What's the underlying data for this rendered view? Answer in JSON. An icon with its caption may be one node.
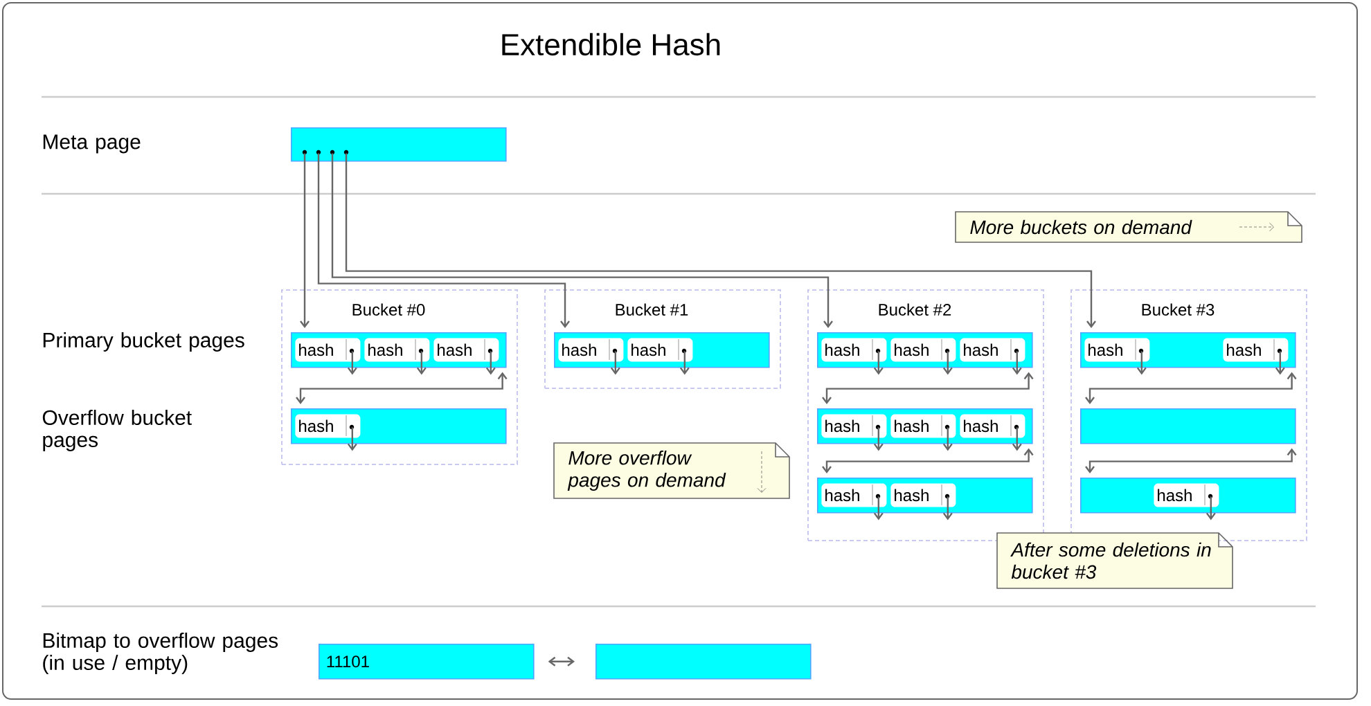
{
  "diagram": {
    "title": "Extendible Hash",
    "nodes": [
      {
        "text": [],
        "shape": "bar"
      },
      {
        "text": [
          "More buckets on demand"
        ]
      },
      {
        "text": [
          "Bucket #0"
        ]
      },
      {
        "text": [],
        "shape": "bar",
        "in": 2
      },
      {
        "text": [
          "hash"
        ],
        "in": 3
      },
      {
        "text": [
          "hash"
        ],
        "in": 3
      },
      {
        "text": [
          "hash"
        ],
        "in": 3
      },
      {
        "text": [],
        "shape": "bar",
        "in": 2
      },
      {
        "text": [
          "hash"
        ],
        "in": 7
      },
      {
        "text": [
          "Bucket #1"
        ]
      },
      {
        "text": [],
        "shape": "bar",
        "in": 9
      },
      {
        "text": [
          "hash"
        ],
        "in": 10
      },
      {
        "text": [
          "hash"
        ],
        "in": 10
      },
      {
        "text": [
          "Bucket #2"
        ]
      },
      {
        "text": [],
        "shape": "bar",
        "in": 13
      },
      {
        "text": [
          "hash"
        ],
        "in": 14
      },
      {
        "text": [
          "hash"
        ],
        "in": 14
      },
      {
        "text": [
          "hash"
        ],
        "in": 14
      },
      {
        "text": [],
        "shape": "bar",
        "in": 13
      },
      {
        "text": [
          "hash"
        ],
        "in": 18
      },
      {
        "text": [
          "hash"
        ],
        "in": 18
      },
      {
        "text": [
          "hash"
        ],
        "in": 18
      },
      {
        "text": [],
        "shape": "bar",
        "in": 13
      },
      {
        "text": [
          "hash"
        ],
        "in": 22
      },
      {
        "text": [
          "hash"
        ],
        "in": 22
      },
      {
        "text": [
          "Bucket #3"
        ]
      },
      {
        "text": [],
        "shape": "bar",
        "in": 25
      },
      {
        "text": [
          "hash"
        ],
        "in": 26
      },
      {
        "text": [
          "hash"
        ],
        "in": 26
      },
      {
        "text": [],
        "shape": "bar",
        "in": 25
      },
      {
        "text": [],
        "shape": "bar",
        "in": 25
      },
      {
        "text": [
          "hash"
        ],
        "in": 30
      },
      {
        "text": [
          "More overflow pages on demand"
        ]
      },
      {
        "text": [
          "After some deletions in bucket #3"
        ]
      },
      {
        "text": [
          "11101"
        ]
      },
      {
        "text": [],
        "shape": "bar"
      }
    ],
    "edges": [
      {
        "from": 0,
        "to": 3,
        "arrow": "to"
      },
      {
        "from": 0,
        "to": 10,
        "arrow": "to"
      },
      {
        "from": 0,
        "to": 14,
        "arrow": "to"
      },
      {
        "from": 0,
        "to": 26,
        "arrow": "to"
      },
      {
        "from": 3,
        "to": 7,
        "arrow": "both"
      },
      {
        "from": 14,
        "to": 18,
        "arrow": "both"
      },
      {
        "from": 18,
        "to": 22,
        "arrow": "both"
      },
      {
        "from": 26,
        "to": 29,
        "arrow": "both"
      },
      {
        "from": 29,
        "to": 30,
        "arrow": "both"
      },
      {
        "from": 4,
        "to": null,
        "arrow": "to"
      },
      {
        "from": 5,
        "to": null,
        "arrow": "to"
      },
      {
        "from": 6,
        "to": null,
        "arrow": "to"
      },
      {
        "from": 8,
        "to": null,
        "arrow": "to"
      },
      {
        "from": 11,
        "to": null,
        "arrow": "to"
      },
      {
        "from": 12,
        "to": null,
        "arrow": "to"
      },
      {
        "from": 15,
        "to": null,
        "arrow": "to"
      },
      {
        "from": 16,
        "to": null,
        "arrow": "to"
      },
      {
        "from": 17,
        "to": null,
        "arrow": "to"
      },
      {
        "from": 19,
        "to": null,
        "arrow": "to"
      },
      {
        "from": 20,
        "to": null,
        "arrow": "to"
      },
      {
        "from": 21,
        "to": null,
        "arrow": "to"
      },
      {
        "from": 23,
        "to": null,
        "arrow": "to"
      },
      {
        "from": 24,
        "to": null,
        "arrow": "to"
      },
      {
        "from": 27,
        "to": null,
        "arrow": "to"
      },
      {
        "from": 28,
        "to": null,
        "arrow": "to"
      },
      {
        "from": 31,
        "to": null,
        "arrow": "to"
      },
      {
        "from": 34,
        "to": 35,
        "arrow": "both"
      }
    ],
    "labels": [
      "Meta page",
      "Primary bucket pages",
      "Overflow bucket pages",
      "Bitmap to overflow pages (in use / empty)"
    ]
  }
}
